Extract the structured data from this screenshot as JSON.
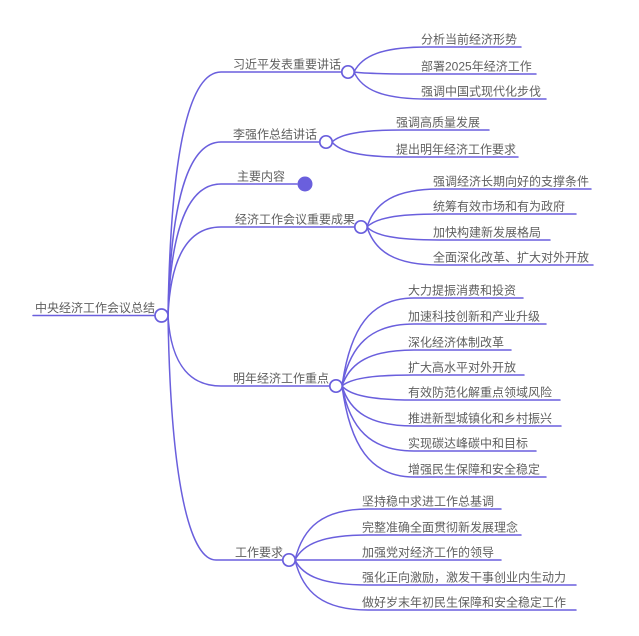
{
  "root": {
    "label": "中央经济工作会议总结"
  },
  "branches": [
    {
      "label": "习近平发表重要讲话",
      "collapsed": false,
      "children": [
        "分析当前经济形势",
        "部署2025年经济工作",
        "强调中国式现代化步伐"
      ]
    },
    {
      "label": "李强作总结讲话",
      "collapsed": false,
      "children": [
        "强调高质量发展",
        "提出明年经济工作要求"
      ]
    },
    {
      "label": "主要内容",
      "collapsed": true,
      "children": []
    },
    {
      "label": "经济工作会议重要成果",
      "collapsed": false,
      "children": [
        "强调经济长期向好的支撑条件",
        "统筹有效市场和有为政府",
        "加快构建新发展格局",
        "全面深化改革、扩大对外开放"
      ]
    },
    {
      "label": "明年经济工作重点",
      "collapsed": false,
      "children": [
        "大力提振消费和投资",
        "加速科技创新和产业升级",
        "深化经济体制改革",
        "扩大高水平对外开放",
        "有效防范化解重点领域风险",
        "推进新型城镇化和乡村振兴",
        "实现碳达峰碳中和目标",
        "增强民生保障和安全稳定"
      ]
    },
    {
      "label": "工作要求",
      "collapsed": false,
      "children": [
        "坚持稳中求进工作总基调",
        "完整准确全面贯彻新发展理念",
        "加强党对经济工作的领导",
        "强化正向激励，激发干事创业内生动力",
        "做好岁末年初民生保障和安全稳定工作"
      ]
    }
  ],
  "colors": {
    "line": "#6a5fdd",
    "text": "#5f5f5f",
    "node_fill": "#ffffff",
    "background": "#ffffff"
  }
}
